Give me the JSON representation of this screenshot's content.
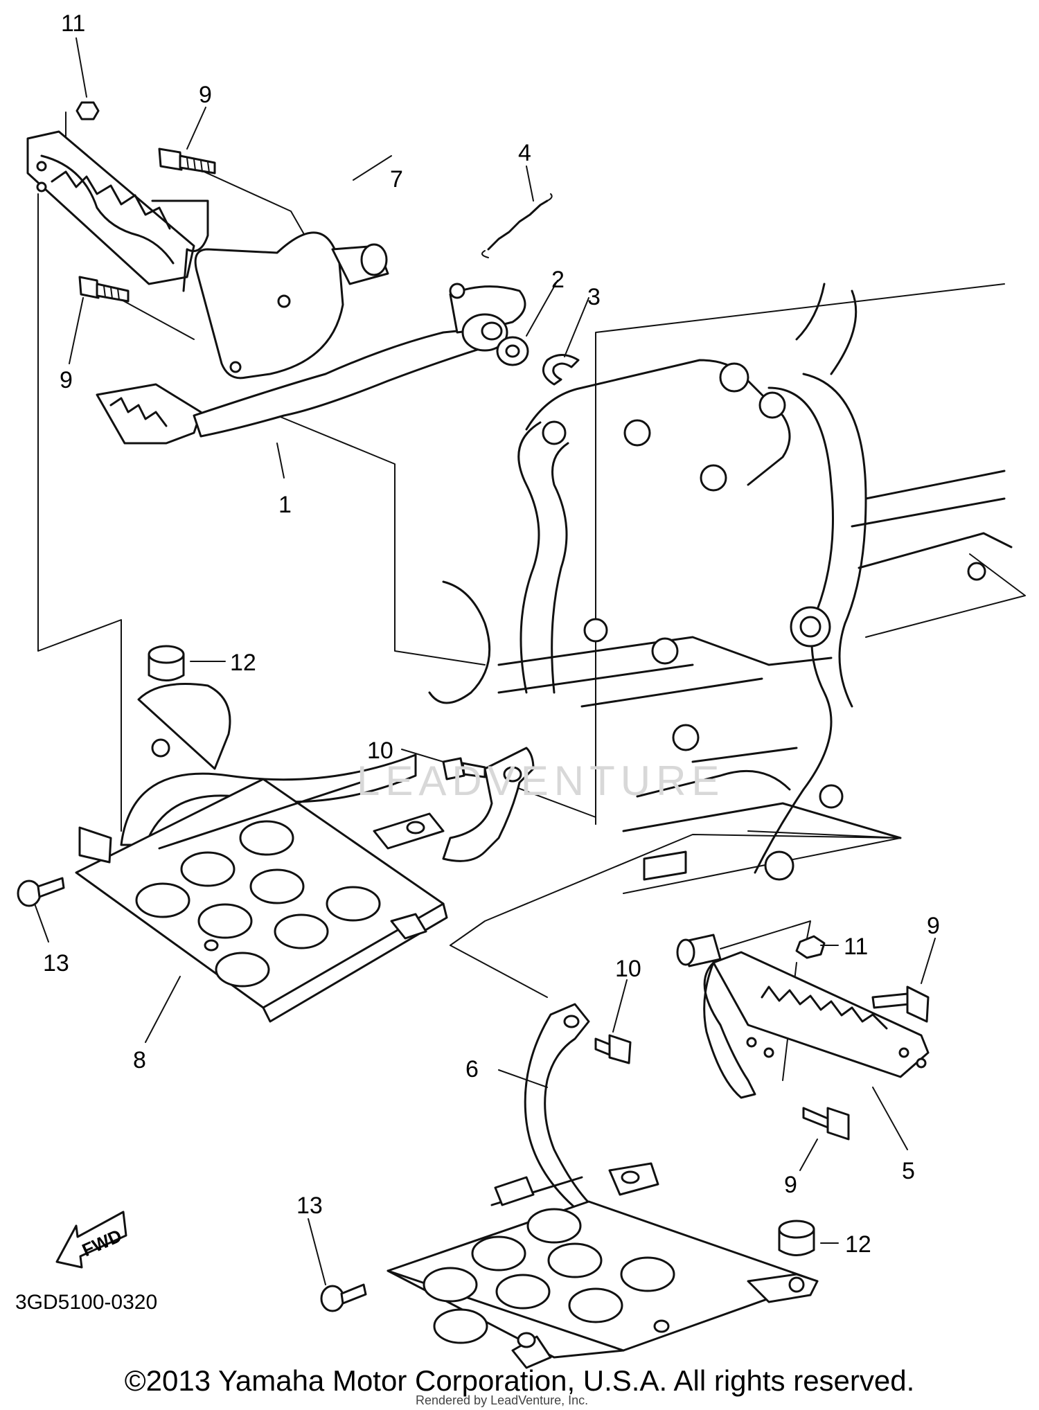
{
  "diagram": {
    "callouts": [
      {
        "id": "c11a",
        "label": "11"
      },
      {
        "id": "c9a",
        "label": "9"
      },
      {
        "id": "c4",
        "label": "4"
      },
      {
        "id": "c7",
        "label": "7"
      },
      {
        "id": "c2",
        "label": "2"
      },
      {
        "id": "c3",
        "label": "3"
      },
      {
        "id": "c9b",
        "label": "9"
      },
      {
        "id": "c1",
        "label": "1"
      },
      {
        "id": "c12a",
        "label": "12"
      },
      {
        "id": "c10a",
        "label": "10"
      },
      {
        "id": "c13a",
        "label": "13"
      },
      {
        "id": "c8",
        "label": "8"
      },
      {
        "id": "c11b",
        "label": "11"
      },
      {
        "id": "c9c",
        "label": "9"
      },
      {
        "id": "c10b",
        "label": "10"
      },
      {
        "id": "c6",
        "label": "6"
      },
      {
        "id": "c9d",
        "label": "9"
      },
      {
        "id": "c5",
        "label": "5"
      },
      {
        "id": "c13b",
        "label": "13"
      },
      {
        "id": "c12b",
        "label": "12"
      }
    ],
    "fwd_label": "FWD",
    "part_code": "3GD5100-0320",
    "watermark": "LEADVENTURE",
    "copyright": "©2013 Yamaha Motor Corporation, U.S.A. All rights reserved.",
    "rendered_by": "Rendered by LeadVenture, Inc."
  }
}
